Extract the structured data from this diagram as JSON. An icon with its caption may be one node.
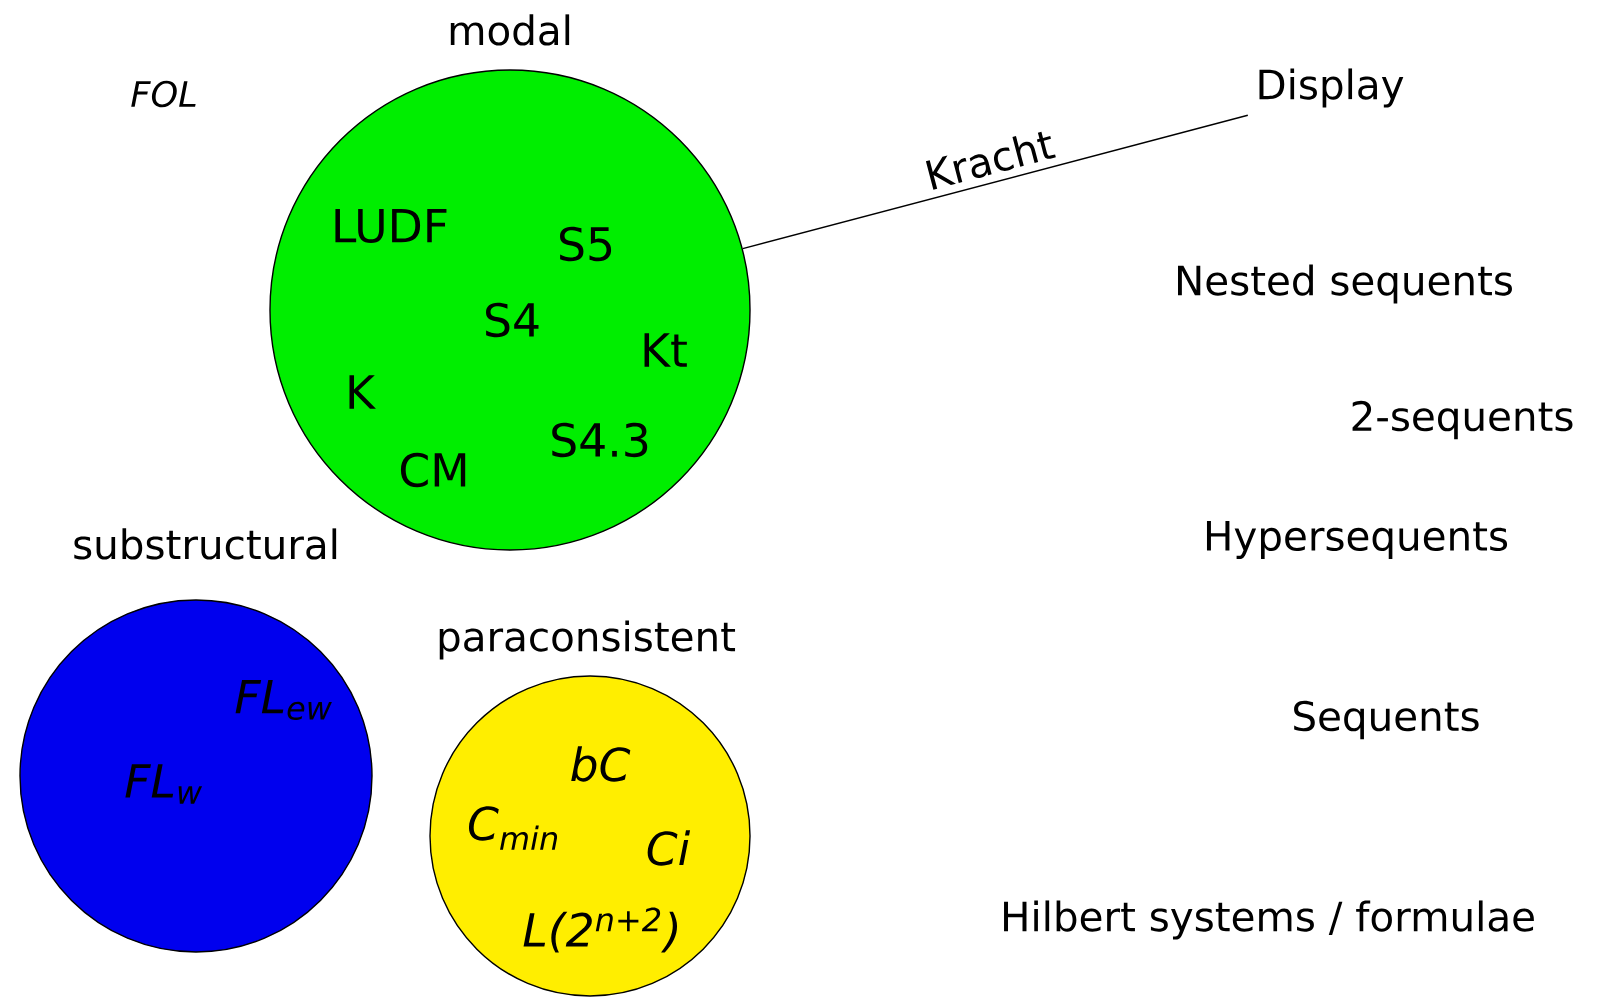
{
  "diagram": {
    "nodes": [
      {
        "text": [
          "modal",
          "LUDF",
          "S5",
          "S4",
          "Kt",
          "K",
          "S4.3",
          "CM"
        ]
      },
      {
        "text": [
          "Display"
        ]
      },
      {
        "text": [
          "substructural",
          "FL$_{ew}$",
          "FL$_{w}$"
        ]
      },
      {
        "text": [
          "paraconsistent",
          "bC",
          "C$_{min}$",
          "Ci",
          "L(2$^{n+2}$)"
        ]
      }
    ],
    "edges": [
      {
        "from": 0,
        "to": 1,
        "arrow": "none",
        "label": "Kracht"
      }
    ],
    "labels": [
      "FOL",
      "Nested sequents",
      "2-sequents",
      "Hypersequents",
      "Sequents",
      "Hilbert systems / formulae"
    ]
  }
}
